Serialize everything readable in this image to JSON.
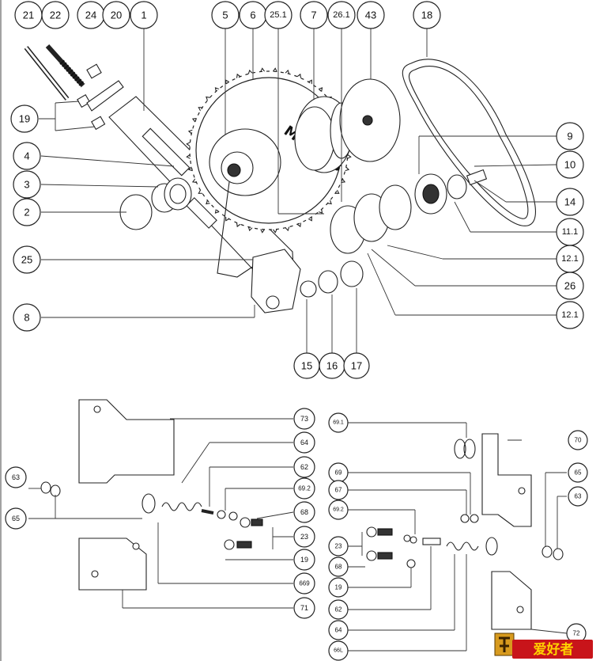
{
  "top_labels": {
    "c21": "21",
    "c22": "22",
    "c24": "24",
    "c20": "20",
    "c1": "1",
    "c5": "5",
    "c6": "6",
    "c25_1": "25.1",
    "c7": "7",
    "c26_1": "26.1",
    "c43": "43",
    "c18": "18",
    "c19": "19",
    "c4": "4",
    "c3": "3",
    "c2": "2",
    "c25": "25",
    "c8": "8",
    "c9": "9",
    "c10": "10",
    "c14": "14",
    "c11_1": "11.1",
    "c12_1a": "12.1",
    "c26": "26",
    "c12_1b": "12.1",
    "c15": "15",
    "c16": "16",
    "c17": "17"
  },
  "bottom_left_labels": {
    "c73": "73",
    "c64": "64",
    "c62": "62",
    "c69_2": "69.2",
    "c68": "68",
    "c23": "23",
    "c19": "19",
    "c669": "669",
    "c71": "71",
    "c63": "63",
    "c65": "65"
  },
  "bottom_right_labels": {
    "c69_1": "69.1",
    "c70": "70",
    "c69": "69",
    "c67": "67",
    "c65": "65",
    "c63": "63",
    "c69_2": "69.2",
    "c23": "23",
    "c68": "68",
    "c19": "19",
    "c62": "62",
    "c64": "64",
    "c66l": "66L",
    "c72": "72"
  },
  "sprocket_text": "Modulus",
  "watermark": {
    "cn": "爱好者"
  }
}
